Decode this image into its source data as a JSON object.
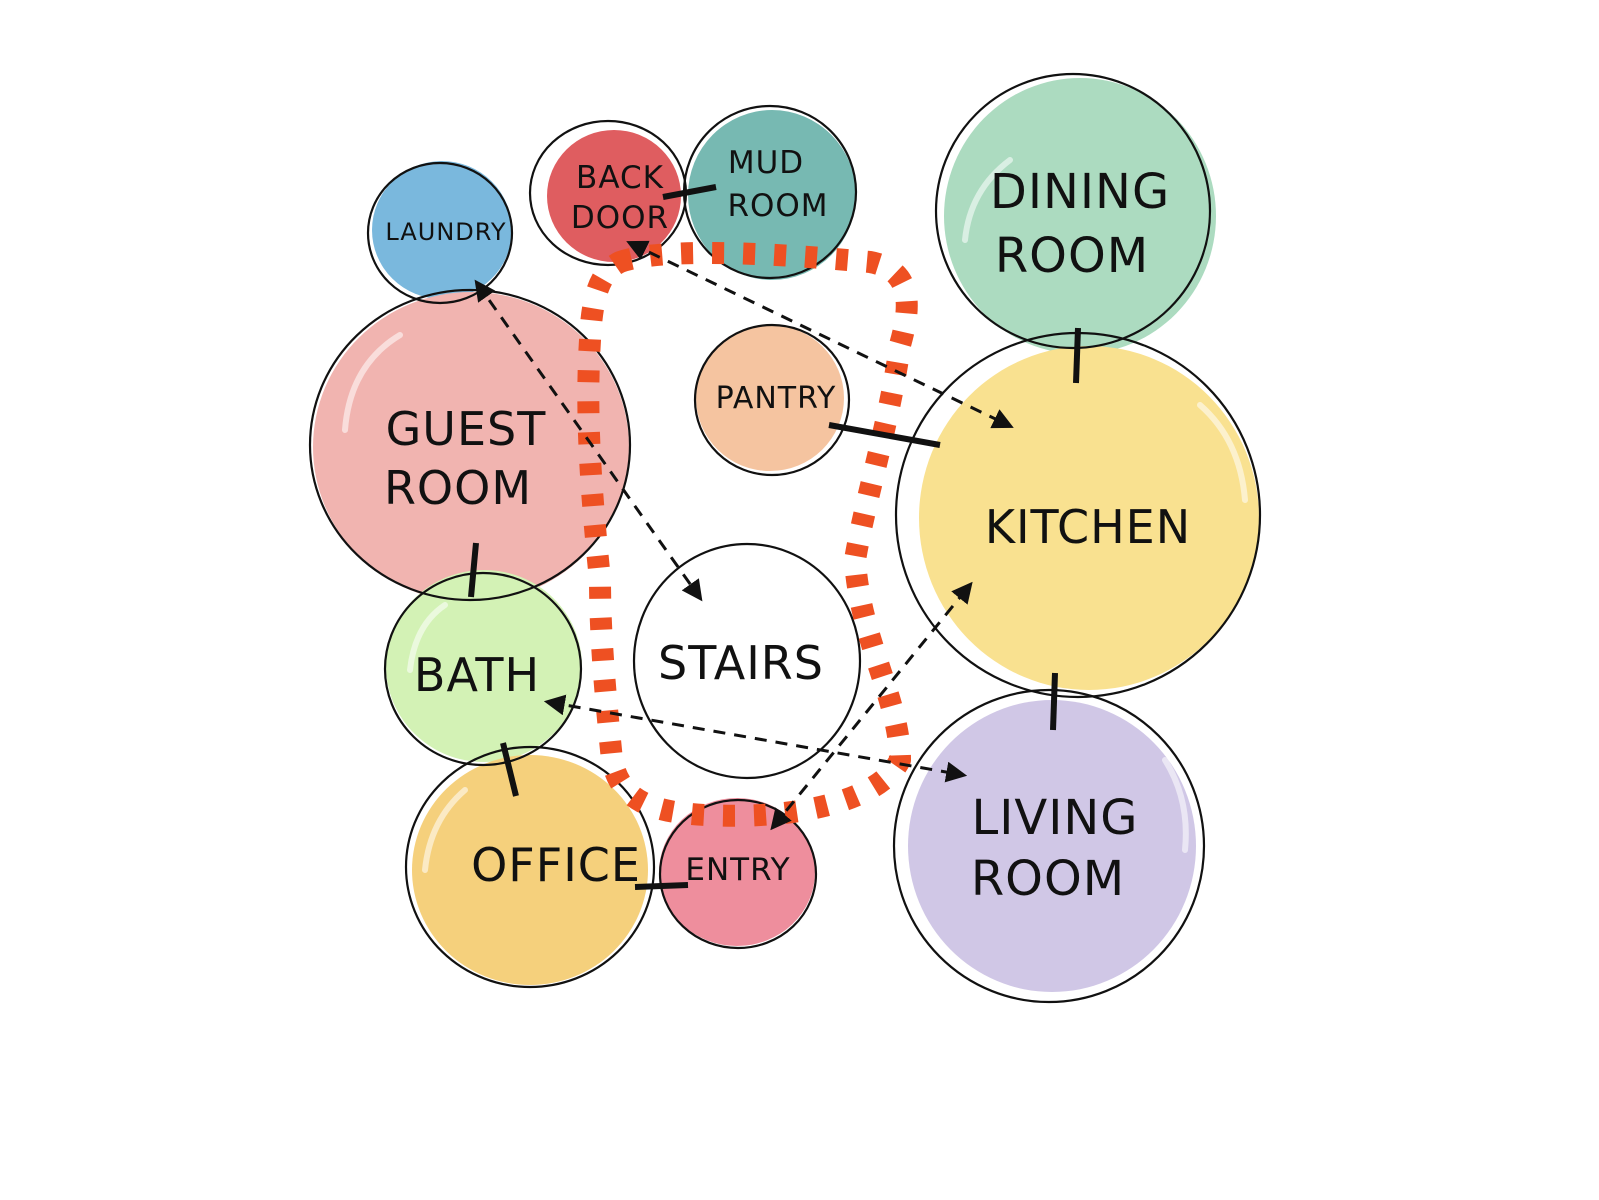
{
  "colors": {
    "laundry": "#7ab8dd",
    "back_door": "#df5d60",
    "mud_room": "#77b9b2",
    "dining_room": "#acdbc0",
    "guest_room": "#f1b4b0",
    "pantry": "#f5c4a0",
    "kitchen": "#f9e190",
    "bath": "#d3f2b5",
    "stairs": "#ffffff",
    "office": "#f5d07c",
    "entry": "#ee8e9d",
    "living_room": "#d0c7e6",
    "zone_dashes": "#ee5022"
  },
  "rooms": {
    "laundry": {
      "label_1": "LAUNDRY"
    },
    "back_door": {
      "label_1": "BACK",
      "label_2": "DOOR"
    },
    "mud_room": {
      "label_1": "MUD",
      "label_2": "ROOM"
    },
    "dining_room": {
      "label_1": "DINING",
      "label_2": "ROOM"
    },
    "guest_room": {
      "label_1": "GUEST",
      "label_2": "ROOM"
    },
    "pantry": {
      "label_1": "PANTRY"
    },
    "kitchen": {
      "label_1": "KITCHEN"
    },
    "bath": {
      "label_1": "BATH"
    },
    "stairs": {
      "label_1": "STAIRS"
    },
    "office": {
      "label_1": "OFFICE"
    },
    "entry": {
      "label_1": "ENTRY"
    },
    "living_room": {
      "label_1": "LIVING",
      "label_2": "ROOM"
    }
  }
}
